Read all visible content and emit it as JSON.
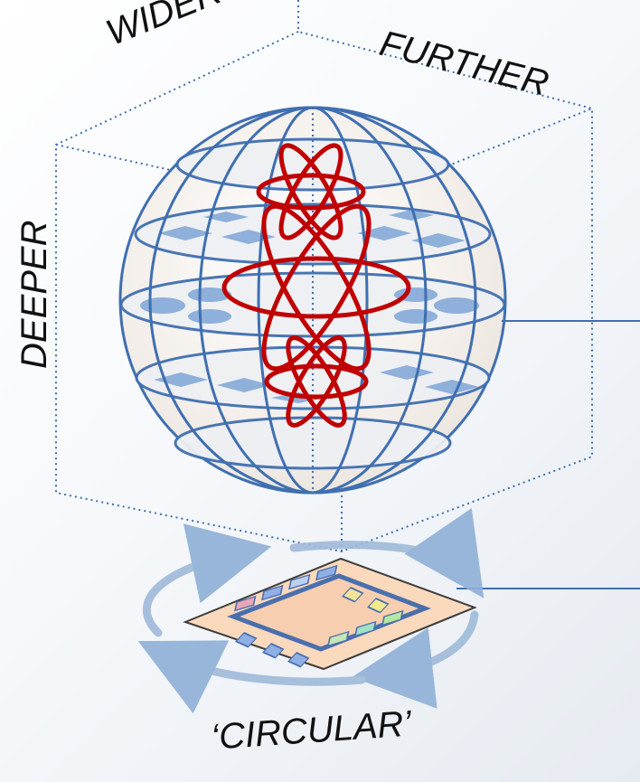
{
  "labels": {
    "wider": "WIDER",
    "further": "FURTHER",
    "deeper": "DEEPER",
    "circular": "‘CIRCULAR’"
  },
  "colors": {
    "sphere_line": "#3f6fb0",
    "disc_fill": "#c7d6ec",
    "cell_fill": "#6f9bd2",
    "atom": "#c00000",
    "box_dots": "#3f6fb0",
    "chip": "#fbd9bd",
    "arrow": "#9fbad9"
  },
  "icons": [
    "atom-icon",
    "chip-icon",
    "circular-arrow-icon"
  ]
}
